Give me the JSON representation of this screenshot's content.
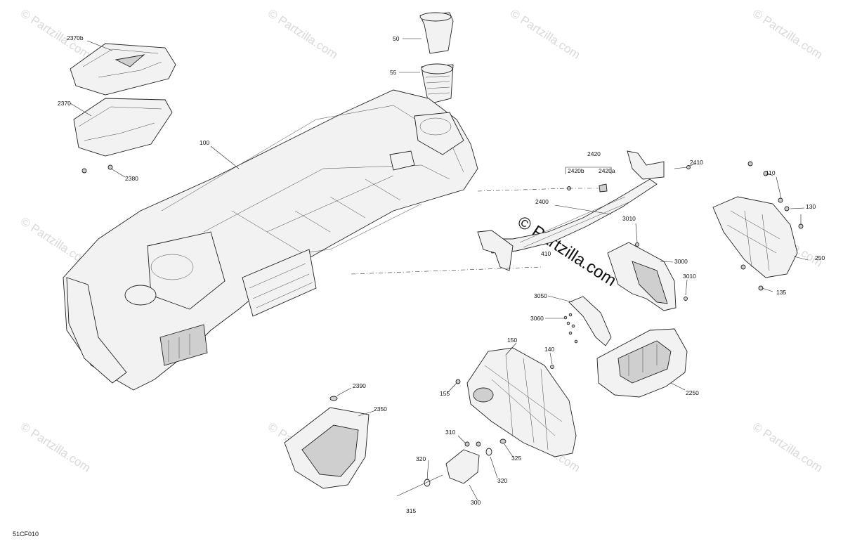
{
  "diagram_code": "51CF010",
  "watermark": {
    "small_text": "© Partzilla.com",
    "center_text": "© Partzilla.com"
  },
  "callouts": {
    "c50": "50",
    "c55": "55",
    "c100": "100",
    "c110": "110",
    "c130": "130",
    "c135": "135",
    "c140": "140",
    "c150": "150",
    "c155": "155",
    "c250": "250",
    "c300": "300",
    "c310": "310",
    "c315": "315",
    "c320a": "320",
    "c320b": "320",
    "c325": "325",
    "c2250": "2250",
    "c2350": "2350",
    "c2370": "2370",
    "c2370b": "2370b",
    "c2380": "2380",
    "c2390": "2390",
    "c2400": "2400",
    "c2410": "2410",
    "c2420": "2420",
    "c2420a": "2420a",
    "c2420b": "2420b",
    "c3000": "3000",
    "c3010a": "3010",
    "c3010b": "3010",
    "c3050": "3050",
    "c3060": "3060",
    "c410": "410"
  },
  "colors": {
    "line": "#222222",
    "part_fill": "#f2f2f2",
    "watermark": "#d9d9d9"
  }
}
